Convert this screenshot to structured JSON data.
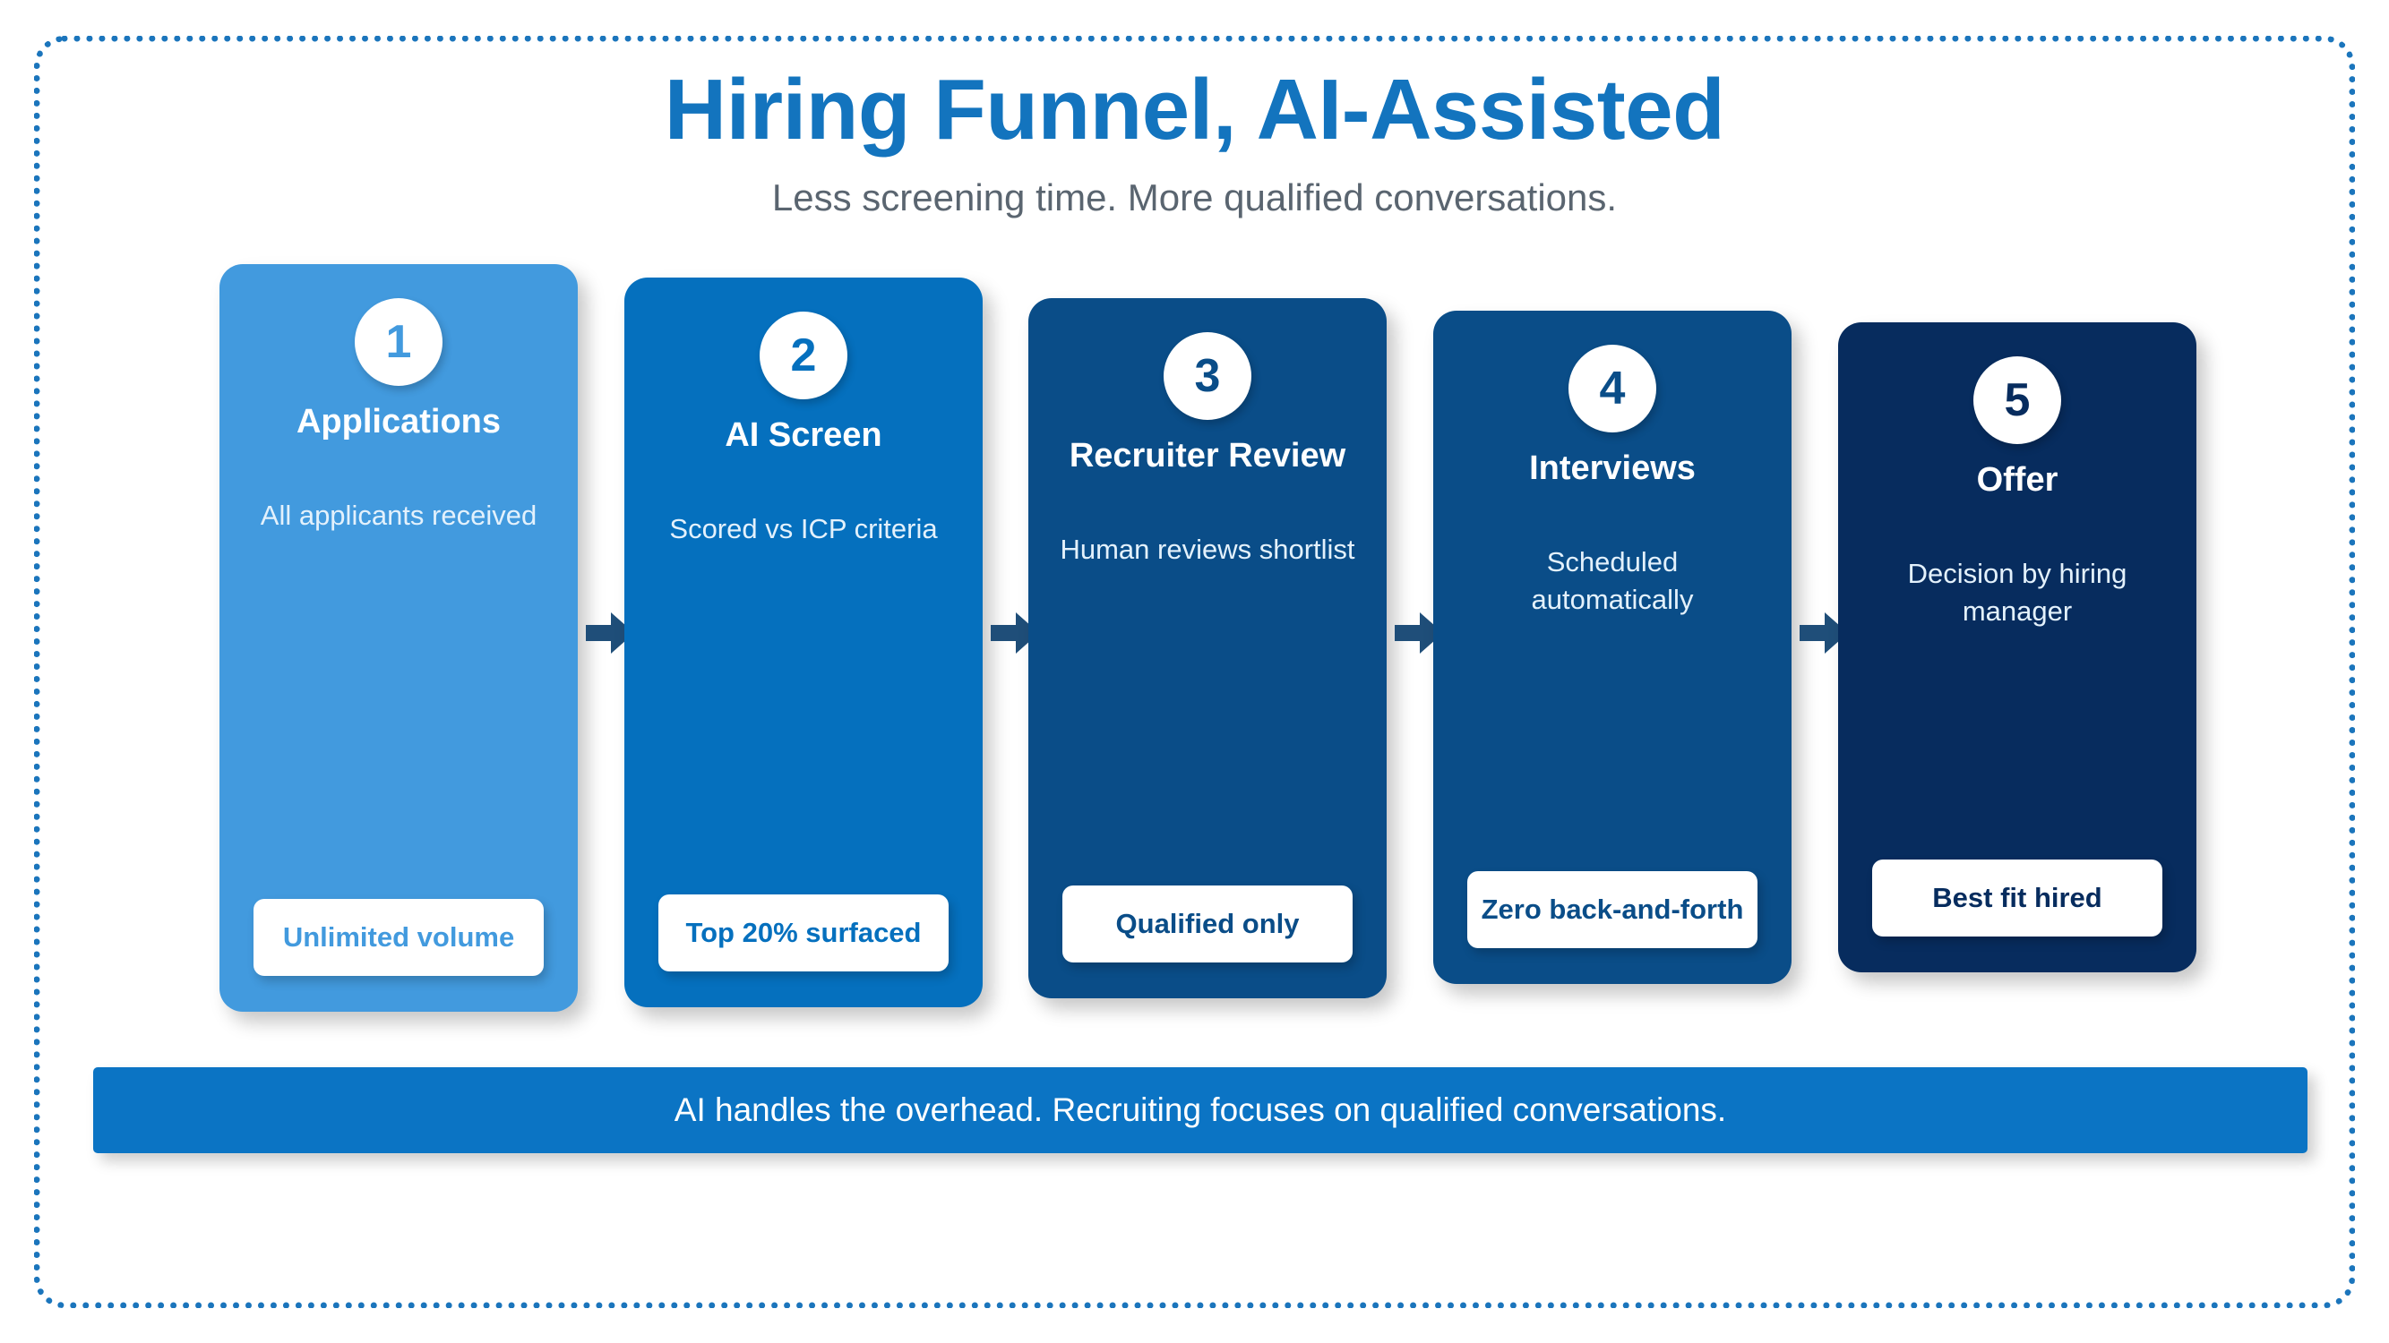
{
  "slide": {
    "title": "Hiring Funnel, AI-Assisted",
    "subtitle": "Less screening time. More qualified conversations.",
    "border_color": "#1B75BC",
    "title_color": "#1374BE",
    "subtitle_color": "#5A6570",
    "background": "#FFFFFF"
  },
  "stages": [
    {
      "number": "1",
      "title": "Applications",
      "description": "All applicants received",
      "pill": "Unlimited volume",
      "color": "#429ADE"
    },
    {
      "number": "2",
      "title": "AI Screen",
      "description": "Scored vs ICP criteria",
      "pill": "Top 20% surfaced",
      "color": "#0570BE"
    },
    {
      "number": "3",
      "title": "Recruiter Review",
      "description": "Human reviews shortlist",
      "pill": "Qualified only",
      "color": "#0A4D88"
    },
    {
      "number": "4",
      "title": "Interviews",
      "description": "Scheduled automatically",
      "pill": "Zero back-and-forth",
      "color": "#0A4D88"
    },
    {
      "number": "5",
      "title": "Offer",
      "description": "Decision by hiring manager",
      "pill": "Best fit hired",
      "color": "#072C5E"
    }
  ],
  "arrows": {
    "count": 4,
    "color": "#1F4E79",
    "direction": "right"
  },
  "footer": {
    "text": "AI handles the overhead. Recruiting focuses on qualified conversations.",
    "background": "#0B74C4",
    "text_color": "#FFFFFF"
  }
}
